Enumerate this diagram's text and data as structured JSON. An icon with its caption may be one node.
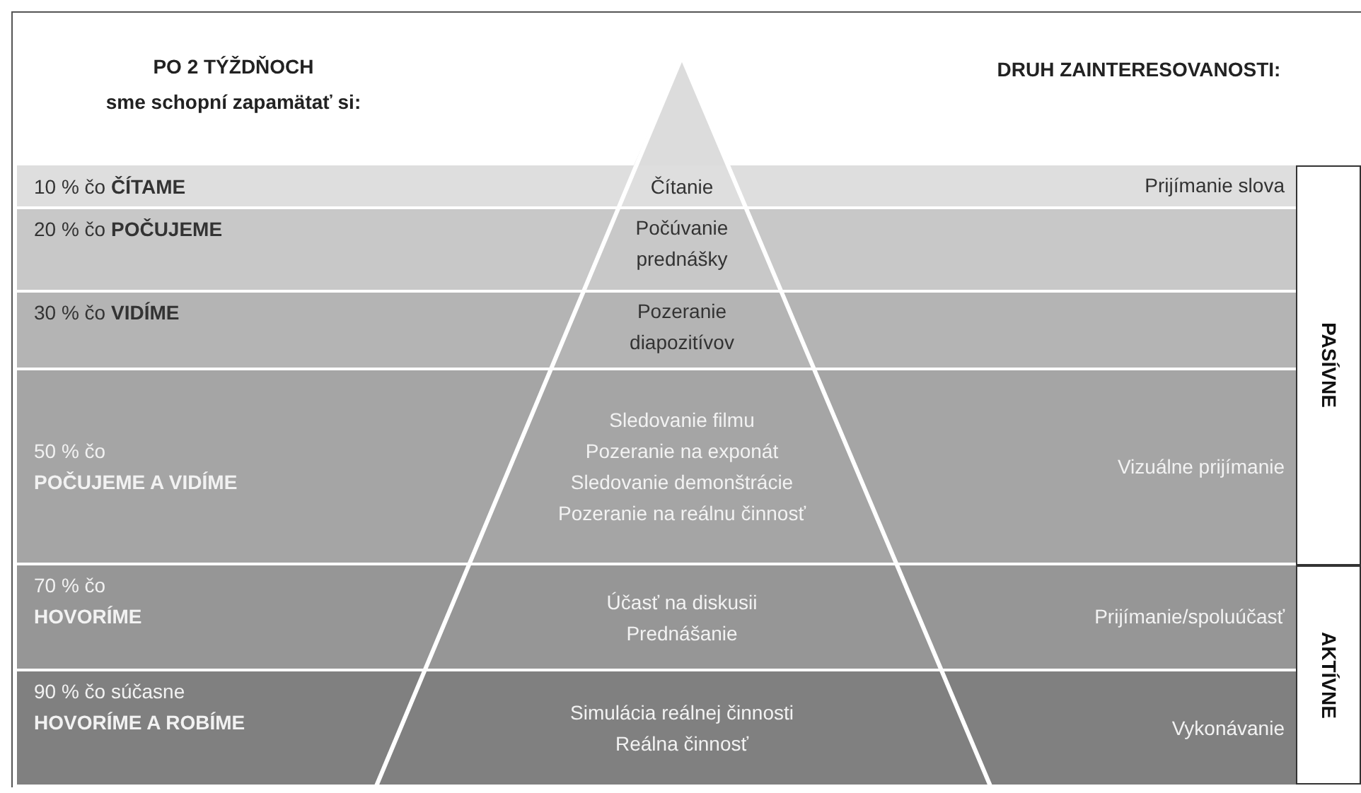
{
  "diagram": {
    "nodes": [
      {
        "text": [
          "10 % čo **ČÍTAME**",
          "Čítanie",
          "Prijímanie slova"
        ]
      },
      {
        "text": [
          "20 % čo **POČUJEME**",
          "Počúvanie prednášky"
        ]
      },
      {
        "text": [
          "30 % čo **VIDÍME**",
          "Pozeranie diapozitívov"
        ]
      },
      {
        "text": [
          "50 % čo **POČUJEME A VIDÍME**",
          "Sledovanie filmu",
          "Pozeranie na exponát",
          "Sledovanie demonštrácie",
          "Pozeranie na reálnu činnosť",
          "Vizuálne prijímanie"
        ]
      },
      {
        "text": [
          "70 % čo **HOVORÍME**",
          "Účasť na diskusii",
          "Prednášanie",
          "Prijímanie/spoluúčasť"
        ]
      },
      {
        "text": [
          "90 % čo súčasne **HOVORÍME A ROBÍME**",
          "Simulácia reálnej činnosti",
          "Reálna činnosť",
          "Vykonávanie"
        ]
      },
      {
        "text": [
          "PASÍVNE"
        ]
      },
      {
        "text": [
          "AKTÍVNE"
        ]
      }
    ],
    "labels": [
      "PO 2 TÝŽDŇOCH",
      "sme schopní zapamätať si:",
      "DRUH ZAINTERESOVANOSTI:"
    ]
  }
}
